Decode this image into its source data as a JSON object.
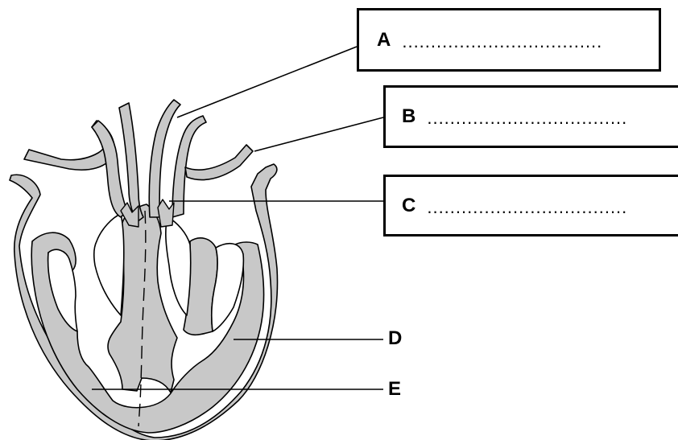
{
  "labels": {
    "a": {
      "letter": "A",
      "dots": "..................................."
    },
    "b": {
      "letter": "B",
      "dots": "..................................."
    },
    "c": {
      "letter": "C",
      "dots": "..................................."
    },
    "d": {
      "letter": "D"
    },
    "e": {
      "letter": "E"
    }
  },
  "colors": {
    "tissue": "#c8c8c8",
    "outline": "#000000",
    "background": "#ffffff"
  }
}
